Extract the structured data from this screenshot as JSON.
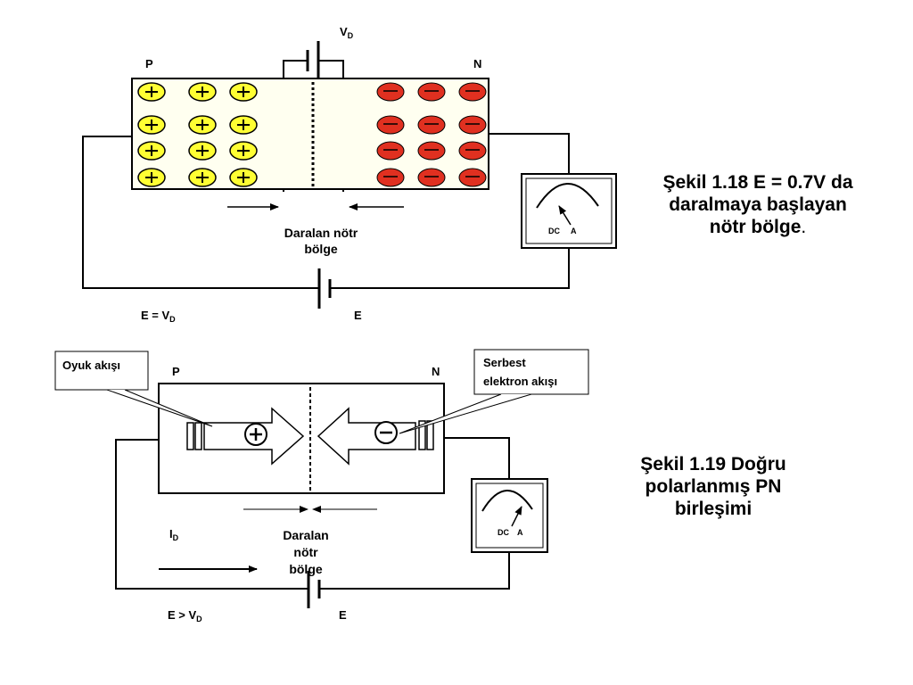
{
  "figure1": {
    "region_p": "P",
    "region_n": "N",
    "vd_label": "V",
    "vd_sub": "D",
    "zone_label_line1": "Daralan nötr",
    "zone_label_line2": "bölge",
    "meter_dc": "DC",
    "meter_a": "A",
    "e_eq_label": "E = V",
    "e_eq_sub": "D",
    "e_label": "E",
    "caption_line1": "Şekil 1.18 E = 0.7V da",
    "caption_line2": "daralmaya başlayan",
    "caption_line3": "nötr bölge",
    "caption_period": ".",
    "hole_color": "#ffff33",
    "electron_color": "#e03020"
  },
  "figure2": {
    "region_p": "P",
    "region_n": "N",
    "hole_flow_callout": "Oyuk akışı",
    "electron_flow_line1": "Serbest",
    "electron_flow_line2": "elektron akışı",
    "zone_label_line1": "Daralan",
    "zone_label_line2": "nötr",
    "zone_label_line3": "bölge",
    "current_label": "I",
    "current_sub": "D",
    "meter_dc": "DC",
    "meter_a": "A",
    "e_gt_label": "E > V",
    "e_gt_sub": "D",
    "e_label": "E",
    "caption_line1": "Şekil 1.19  Doğru",
    "caption_line2": "polarlanmış PN",
    "caption_line3": "birleşimi"
  }
}
